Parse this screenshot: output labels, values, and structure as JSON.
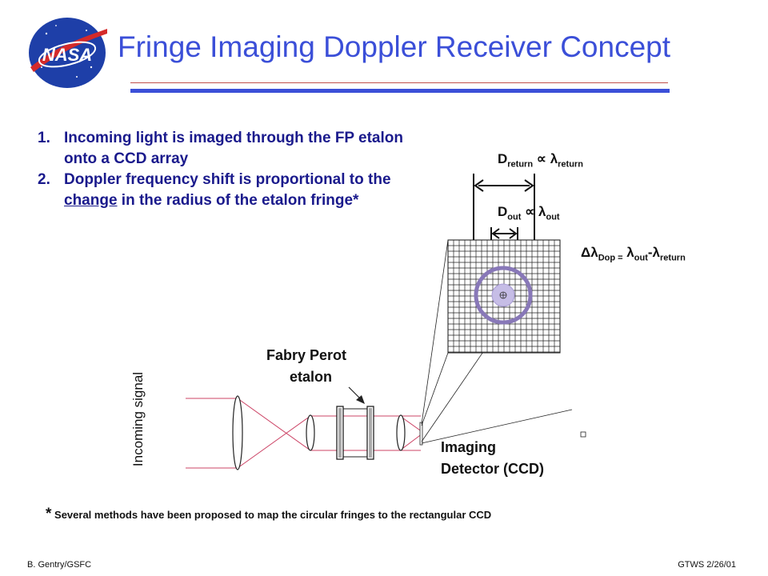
{
  "logo": {
    "text": "NASA"
  },
  "title": "Fringe Imaging Doppler Receiver Concept",
  "points": [
    {
      "num": "1.",
      "pre": "Incoming light is imaged through the FP etalon onto a CCD array",
      "emph": "",
      "post": ""
    },
    {
      "num": "2.",
      "pre": "Doppler frequency shift is proportional to the ",
      "emph": "change",
      "post": " in the radius of the etalon fringe*"
    }
  ],
  "diagram": {
    "incoming_signal": "Incoming signal",
    "etalon_label_1": "Fabry Perot",
    "etalon_label_2": "etalon",
    "detector_label_1": "Imaging",
    "detector_label_2": "Detector (CCD)",
    "d_return": {
      "base": "D",
      "sub": "return",
      "rel": "∝",
      "lambda": "λ",
      "lsub": "return"
    },
    "d_out": {
      "base": "D",
      "sub": "out",
      "rel": "∝",
      "lambda": "λ",
      "lsub": "out"
    },
    "delta_lambda": {
      "prefix": "Δλ",
      "sub": "Dop =",
      "l1": "λ",
      "s1": "out",
      "minus": "-",
      "l2": "λ",
      "s2": "return"
    }
  },
  "footnote": {
    "star": "*",
    "text": "Several methods have been proposed to map the circular fringes to the rectangular CCD"
  },
  "footer": {
    "left": "B. Gentry/GSFC",
    "right": "GTWS 2/26/01"
  },
  "colors": {
    "title": "#3b4fd8",
    "rule_thin": "#c0504d",
    "rule_thick": "#3b4fd8",
    "list_text": "#1a1a8c",
    "rays": "#cc4466",
    "fringe": "#8878b8",
    "logo_blue": "#1e3fa8",
    "logo_red": "#d42a2a"
  }
}
